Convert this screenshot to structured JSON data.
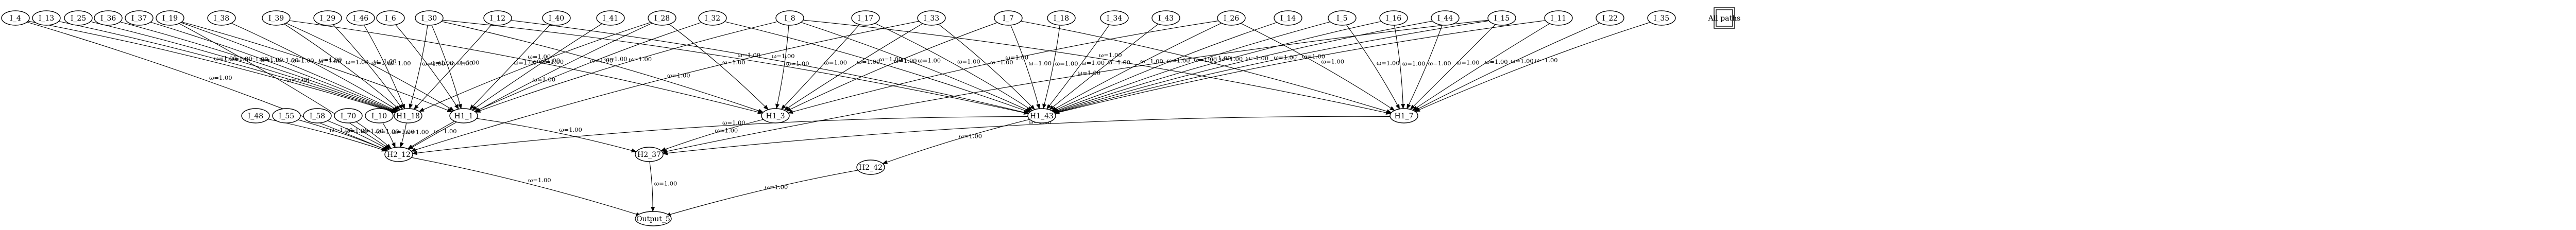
{
  "graph": {
    "nodes": [
      {
        "id": "I_4",
        "label": "I_4",
        "shape": "ellipse"
      },
      {
        "id": "I_13",
        "label": "I_13",
        "shape": "ellipse"
      },
      {
        "id": "I_25",
        "label": "I_25",
        "shape": "ellipse"
      },
      {
        "id": "I_36",
        "label": "I_36",
        "shape": "ellipse"
      },
      {
        "id": "I_37",
        "label": "I_37",
        "shape": "ellipse"
      },
      {
        "id": "I_19",
        "label": "I_19",
        "shape": "ellipse"
      },
      {
        "id": "I_39",
        "label": "I_39",
        "shape": "ellipse"
      },
      {
        "id": "I_38",
        "label": "I_38",
        "shape": "ellipse"
      },
      {
        "id": "I_29",
        "label": "I_29",
        "shape": "ellipse"
      },
      {
        "id": "I_46",
        "label": "I_46",
        "shape": "ellipse"
      },
      {
        "id": "I_6",
        "label": "I_6",
        "shape": "ellipse"
      },
      {
        "id": "I_30",
        "label": "I_30",
        "shape": "ellipse"
      },
      {
        "id": "I_12",
        "label": "I_12",
        "shape": "ellipse"
      },
      {
        "id": "I_40",
        "label": "I_40",
        "shape": "ellipse"
      },
      {
        "id": "I_41",
        "label": "I_41",
        "shape": "ellipse"
      },
      {
        "id": "I_28",
        "label": "I_28",
        "shape": "ellipse"
      },
      {
        "id": "I_32",
        "label": "I_32",
        "shape": "ellipse"
      },
      {
        "id": "I_8",
        "label": "I_8",
        "shape": "ellipse"
      },
      {
        "id": "I_17",
        "label": "I_17",
        "shape": "ellipse"
      },
      {
        "id": "I_33",
        "label": "I_33",
        "shape": "ellipse"
      },
      {
        "id": "I_7",
        "label": "I_7",
        "shape": "ellipse"
      },
      {
        "id": "I_18",
        "label": "I_18",
        "shape": "ellipse"
      },
      {
        "id": "I_34",
        "label": "I_34",
        "shape": "ellipse"
      },
      {
        "id": "I_43",
        "label": "I_43",
        "shape": "ellipse"
      },
      {
        "id": "I_26",
        "label": "I_26",
        "shape": "ellipse"
      },
      {
        "id": "I_14",
        "label": "I_14",
        "shape": "ellipse"
      },
      {
        "id": "I_5",
        "label": "I_5",
        "shape": "ellipse"
      },
      {
        "id": "I_16",
        "label": "I_16",
        "shape": "ellipse"
      },
      {
        "id": "I_44",
        "label": "I_44",
        "shape": "ellipse"
      },
      {
        "id": "I_15",
        "label": "I_15",
        "shape": "ellipse"
      },
      {
        "id": "I_11",
        "label": "I_11",
        "shape": "ellipse"
      },
      {
        "id": "I_22",
        "label": "I_22",
        "shape": "ellipse"
      },
      {
        "id": "I_35",
        "label": "I_35",
        "shape": "ellipse"
      },
      {
        "id": "all_paths",
        "label": "All paths",
        "shape": "square"
      },
      {
        "id": "H1_18",
        "label": "H1_18",
        "shape": "ellipse"
      },
      {
        "id": "H1_1",
        "label": "H1_1",
        "shape": "ellipse"
      },
      {
        "id": "H1_3",
        "label": "H1_3",
        "shape": "ellipse"
      },
      {
        "id": "H1_43",
        "label": "H1_43",
        "shape": "ellipse"
      },
      {
        "id": "H1_7",
        "label": "H1_7",
        "shape": "ellipse"
      },
      {
        "id": "I_48",
        "label": "I_48",
        "shape": "ellipse"
      },
      {
        "id": "I_55",
        "label": "I_55",
        "shape": "ellipse"
      },
      {
        "id": "I_58",
        "label": "I_58",
        "shape": "ellipse"
      },
      {
        "id": "I_70",
        "label": "I_70",
        "shape": "ellipse"
      },
      {
        "id": "I_10",
        "label": "I_10",
        "shape": "ellipse"
      },
      {
        "id": "H2_12",
        "label": "H2_12",
        "shape": "ellipse"
      },
      {
        "id": "H2_37",
        "label": "H2_37",
        "shape": "ellipse"
      },
      {
        "id": "H2_42",
        "label": "H2_42",
        "shape": "ellipse"
      },
      {
        "id": "Output_5",
        "label": "Output_5",
        "shape": "ellipse"
      }
    ],
    "edges": [
      {
        "from": "I_4",
        "to": "H1_18",
        "label": "ω=1.00"
      },
      {
        "from": "I_4",
        "to": "H2_12",
        "label": "ω=1.00"
      },
      {
        "from": "I_13",
        "to": "H1_18",
        "label": "ω=1.00"
      },
      {
        "from": "I_25",
        "to": "H1_18",
        "label": "ω=1.00"
      },
      {
        "from": "I_36",
        "to": "H1_18",
        "label": "ω=1.00"
      },
      {
        "from": "I_37",
        "to": "H1_18",
        "label": "ω=1.00"
      },
      {
        "from": "I_19",
        "to": "H1_18",
        "label": "ω=1.00"
      },
      {
        "from": "I_19",
        "to": "H1_1",
        "label": "ω=1.00"
      },
      {
        "from": "I_19",
        "to": "H2_12",
        "label": "ω=1.00"
      },
      {
        "from": "I_39",
        "to": "H1_18",
        "label": "ω=1.00"
      },
      {
        "from": "I_39",
        "to": "H1_1",
        "label": "ω=1.00"
      },
      {
        "from": "I_39",
        "to": "H1_3",
        "label": "ω=1.00"
      },
      {
        "from": "I_38",
        "to": "H1_18",
        "label": "ω=1.00"
      },
      {
        "from": "I_29",
        "to": "H1_18",
        "label": "ω=1.00"
      },
      {
        "from": "I_46",
        "to": "H1_18",
        "label": "ω=1.00"
      },
      {
        "from": "I_6",
        "to": "H1_1",
        "label": "ω=1.00"
      },
      {
        "from": "I_30",
        "to": "H1_18",
        "label": "ω=1.00"
      },
      {
        "from": "I_30",
        "to": "H1_1",
        "label": "ω=1.00"
      },
      {
        "from": "I_30",
        "to": "H1_3",
        "label": "ω=1.00"
      },
      {
        "from": "I_30",
        "to": "H1_43",
        "label": "ω=1.00"
      },
      {
        "from": "I_12",
        "to": "H1_18",
        "label": "ω=1.00"
      },
      {
        "from": "I_12",
        "to": "H1_43",
        "label": "ω=1.00"
      },
      {
        "from": "I_40",
        "to": "H1_1",
        "label": "ω=1.00"
      },
      {
        "from": "I_41",
        "to": "H1_1",
        "label": "ω=1.00"
      },
      {
        "from": "I_28",
        "to": "H1_18",
        "label": "ω=1.00"
      },
      {
        "from": "I_28",
        "to": "H1_3",
        "label": "ω=1.00"
      },
      {
        "from": "I_28",
        "to": "H2_12",
        "label": "ω=1.00"
      },
      {
        "from": "I_32",
        "to": "H1_1",
        "label": "ω=1.00"
      },
      {
        "from": "I_32",
        "to": "H1_43",
        "label": "ω=1.00"
      },
      {
        "from": "I_8",
        "to": "H1_1",
        "label": "ω=1.00"
      },
      {
        "from": "I_8",
        "to": "H1_3",
        "label": "ω=1.00"
      },
      {
        "from": "I_8",
        "to": "H1_43",
        "label": "ω=1.00"
      },
      {
        "from": "I_8",
        "to": "H1_7",
        "label": "ω=1.00"
      },
      {
        "from": "I_17",
        "to": "H1_3",
        "label": "ω=1.00"
      },
      {
        "from": "I_17",
        "to": "H1_43",
        "label": "ω=1.00"
      },
      {
        "from": "I_33",
        "to": "H1_3",
        "label": "ω=1.00"
      },
      {
        "from": "I_33",
        "to": "H1_43",
        "label": "ω=1.00"
      },
      {
        "from": "I_33",
        "to": "H2_12",
        "label": "ω=1.00"
      },
      {
        "from": "I_7",
        "to": "H1_3",
        "label": "ω=1.00"
      },
      {
        "from": "I_7",
        "to": "H1_43",
        "label": "ω=1.00"
      },
      {
        "from": "I_7",
        "to": "H1_7",
        "label": "ω=1.00"
      },
      {
        "from": "I_18",
        "to": "H1_43",
        "label": "ω=1.00"
      },
      {
        "from": "I_34",
        "to": "H1_43",
        "label": "ω=1.00"
      },
      {
        "from": "I_43",
        "to": "H1_43",
        "label": "ω=1.00"
      },
      {
        "from": "I_26",
        "to": "H1_3",
        "label": "ω=1.00"
      },
      {
        "from": "I_26",
        "to": "H1_43",
        "label": "ω=1.00"
      },
      {
        "from": "I_26",
        "to": "H1_7",
        "label": "ω=1.00"
      },
      {
        "from": "I_14",
        "to": "H1_43",
        "label": "ω=1.00"
      },
      {
        "from": "I_5",
        "to": "H1_43",
        "label": "ω=1.00"
      },
      {
        "from": "I_5",
        "to": "H1_7",
        "label": "ω=1.00"
      },
      {
        "from": "I_16",
        "to": "H1_43",
        "label": "ω=1.00"
      },
      {
        "from": "I_16",
        "to": "H1_7",
        "label": "ω=1.00"
      },
      {
        "from": "I_44",
        "to": "H1_43",
        "label": "ω=1.00"
      },
      {
        "from": "I_44",
        "to": "H1_7",
        "label": "ω=1.00"
      },
      {
        "from": "I_15",
        "to": "H1_43",
        "label": "ω=1.00"
      },
      {
        "from": "I_15",
        "to": "H1_7",
        "label": "ω=1.00"
      },
      {
        "from": "I_15",
        "to": "H2_37",
        "label": "ω=1.00"
      },
      {
        "from": "I_11",
        "to": "H1_43",
        "label": "ω=1.00"
      },
      {
        "from": "I_11",
        "to": "H1_7",
        "label": "ω=1.00"
      },
      {
        "from": "I_22",
        "to": "H1_7",
        "label": "ω=1.00"
      },
      {
        "from": "I_35",
        "to": "H1_7",
        "label": "ω=1.00"
      },
      {
        "from": "H1_18",
        "to": "H2_12",
        "label": "ω=1.00"
      },
      {
        "from": "H1_1",
        "to": "H2_12",
        "label": "ω=1.00"
      },
      {
        "from": "H1_1",
        "to": "H2_37",
        "label": "ω=1.00"
      },
      {
        "from": "H1_3",
        "to": "H2_37",
        "label": "ω=1.00"
      },
      {
        "from": "H1_43",
        "to": "H2_12",
        "label": "ω=1.00"
      },
      {
        "from": "H1_43",
        "to": "H2_42",
        "label": "ω=1.00"
      },
      {
        "from": "H1_7",
        "to": "H2_37",
        "label": "ω=1.00"
      },
      {
        "from": "I_48",
        "to": "H2_12",
        "label": "ω=1.00"
      },
      {
        "from": "I_55",
        "to": "H2_12",
        "label": "ω=1.00"
      },
      {
        "from": "I_58",
        "to": "H2_12",
        "label": "ω=1.00"
      },
      {
        "from": "I_70",
        "to": "H2_12",
        "label": "ω=1.00"
      },
      {
        "from": "I_10",
        "to": "H2_12",
        "label": "ω=1.00"
      },
      {
        "from": "H2_12",
        "to": "Output_5",
        "label": "ω=1.00"
      },
      {
        "from": "H2_37",
        "to": "Output_5",
        "label": "ω=1.00"
      },
      {
        "from": "H2_42",
        "to": "Output_5",
        "label": "ω=1.00"
      }
    ]
  }
}
